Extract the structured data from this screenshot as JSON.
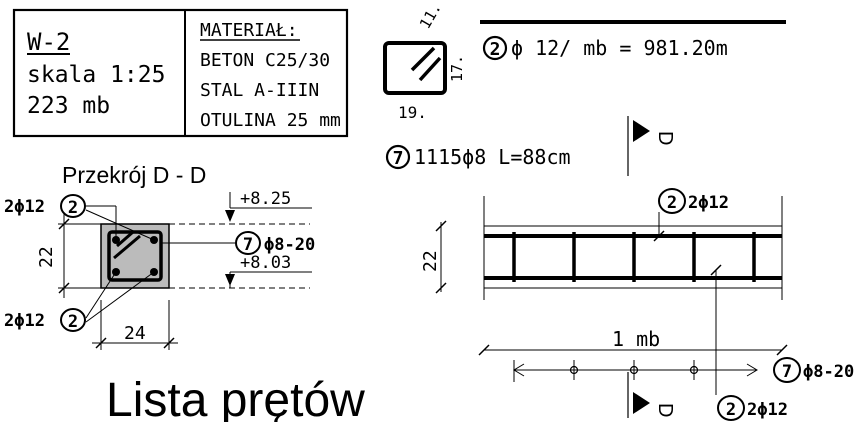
{
  "title_block": {
    "element": "W-2",
    "scale": "skala 1:25",
    "length": "223 mb",
    "material_heading": "MATERIAŁ:",
    "concrete": "BETON C25/30",
    "steel": "STAL A-IIIN",
    "cover": "OTULINA 25 mm"
  },
  "stirrup_shape": {
    "dim_top": "11.",
    "dim_side": "17.",
    "dim_bottom": "19."
  },
  "bars": {
    "bar2_mark": "2",
    "bar2_spec": "ϕ 12/  mb  =  981.20m",
    "bar7_mark": "7",
    "bar7_spec": "1115ϕ8  L=88cm"
  },
  "section": {
    "title": "Przekrój D - D",
    "top_bars_qty": "2ϕ12",
    "top_bars_mark": "2",
    "bottom_bars_qty": "2ϕ12",
    "bottom_bars_mark": "2",
    "stirrup_mark": "7",
    "stirrup_spec": "ϕ8-20",
    "level_top": "+8.25",
    "level_bottom": "+8.03",
    "height": "22",
    "width": "24"
  },
  "elevation": {
    "section_letter_top": "D",
    "section_letter_bottom": "D",
    "height": "22",
    "top_bar_mark": "2",
    "top_bar_spec": "2ϕ12",
    "bottom_bar_mark": "2",
    "bottom_bar_spec": "2ϕ12",
    "stirrup_mark": "7",
    "stirrup_spec": "ϕ8-20",
    "span_label": "1  mb"
  },
  "list_title": "Lista prętów"
}
